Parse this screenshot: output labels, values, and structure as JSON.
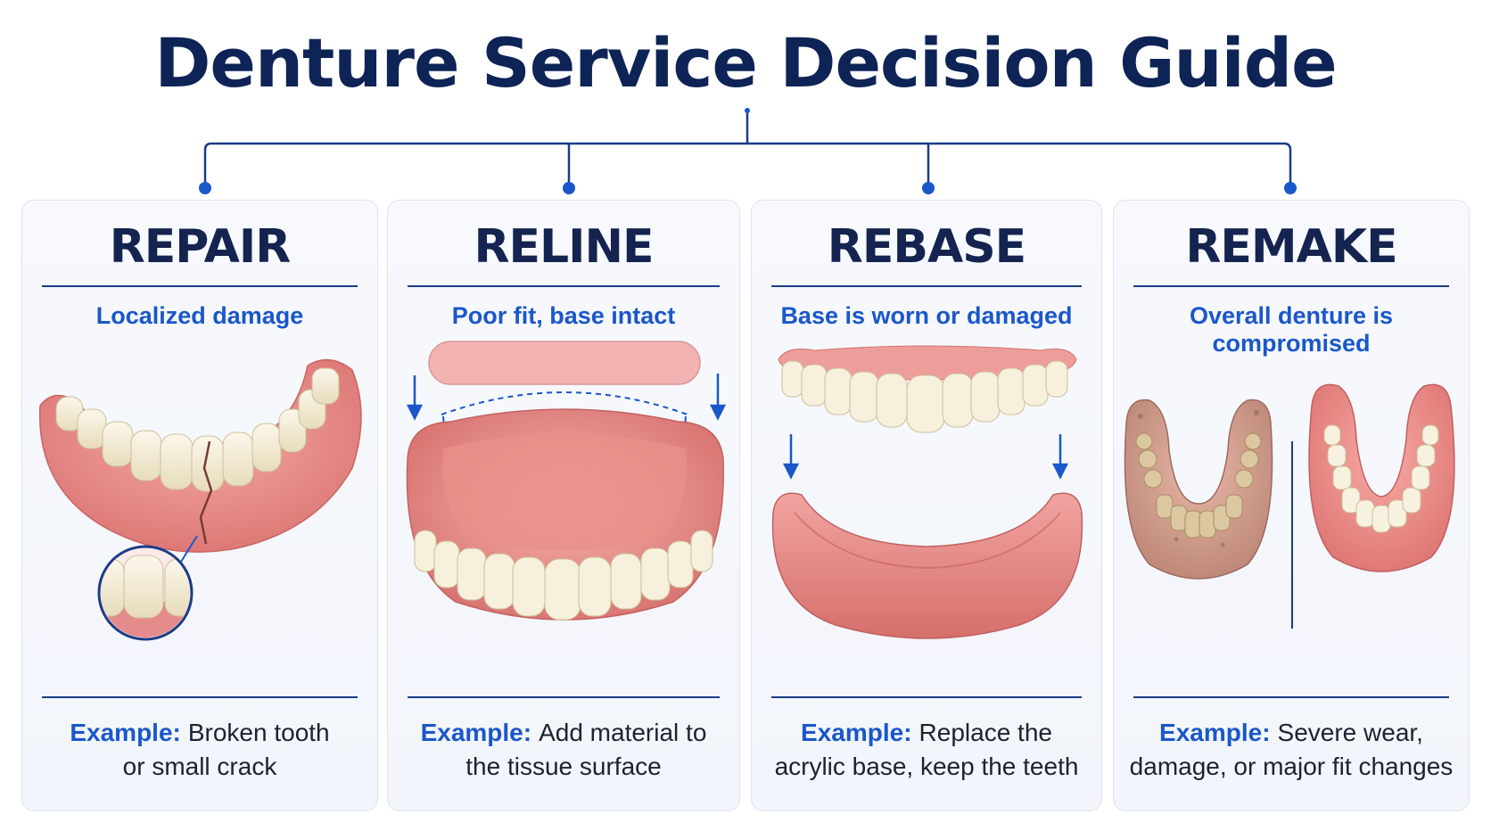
{
  "title": "Denture Service Decision Guide",
  "example_label": "Example:",
  "colors": {
    "title": "#0e2356",
    "accent": "#1a57c9",
    "connector": "#1b3c86",
    "gum": "#e58b8b",
    "tooth": "#f3ecd6"
  },
  "cards": [
    {
      "title": "REPAIR",
      "subtitle": "Localized damage",
      "example_line1": "Broken tooth",
      "example_line2": "or small crack"
    },
    {
      "title": "RELINE",
      "subtitle": "Poor fit, base intact",
      "example_line1": "Add material to",
      "example_line2": "the tissue surface"
    },
    {
      "title": "REBASE",
      "subtitle": "Base is worn or damaged",
      "example_line1": "Replace the",
      "example_line2": "acrylic base, keep the teeth"
    },
    {
      "title": "REMAKE",
      "subtitle": "Overall denture is compromised",
      "example_line1": "Severe wear,",
      "example_line2": "damage, or major fit changes"
    }
  ]
}
